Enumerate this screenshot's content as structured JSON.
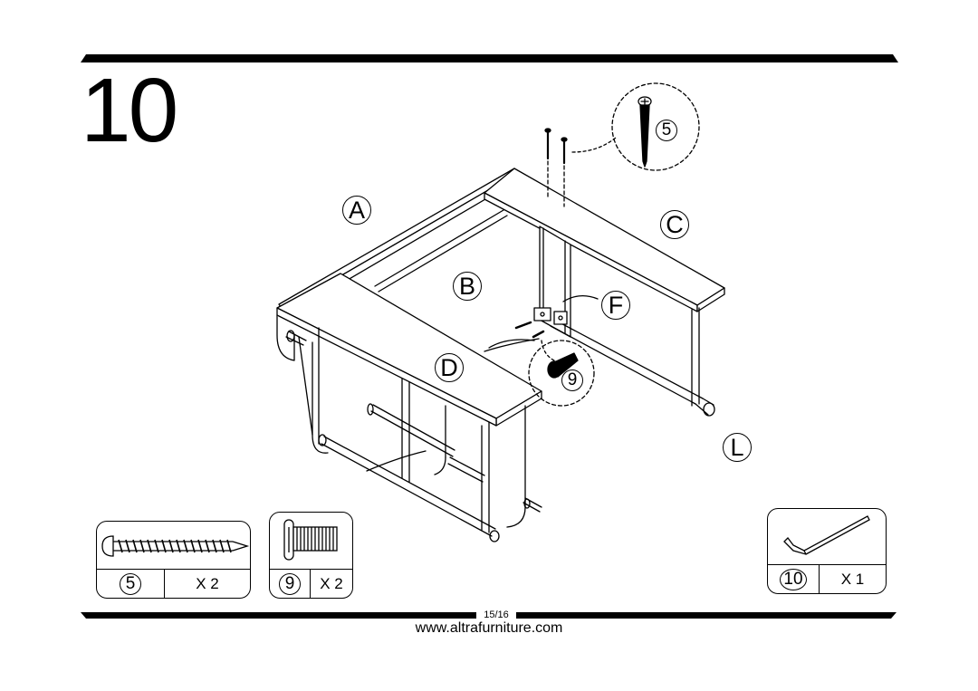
{
  "step": {
    "number": "10"
  },
  "callouts": {
    "A": "A",
    "B": "B",
    "C": "C",
    "D": "D",
    "F": "F",
    "L": "L",
    "screw_detail": "5",
    "bolt_detail": "9"
  },
  "hardware": [
    {
      "part": "5",
      "quantity": "X 2",
      "icon": "wood-screw-icon"
    },
    {
      "part": "9",
      "quantity": "X 2",
      "icon": "bolt-icon"
    },
    {
      "part": "10",
      "quantity": "X 1",
      "icon": "allen-key-icon"
    }
  ],
  "footer": {
    "page": "15/16",
    "website": "www.altrafurniture.com"
  }
}
